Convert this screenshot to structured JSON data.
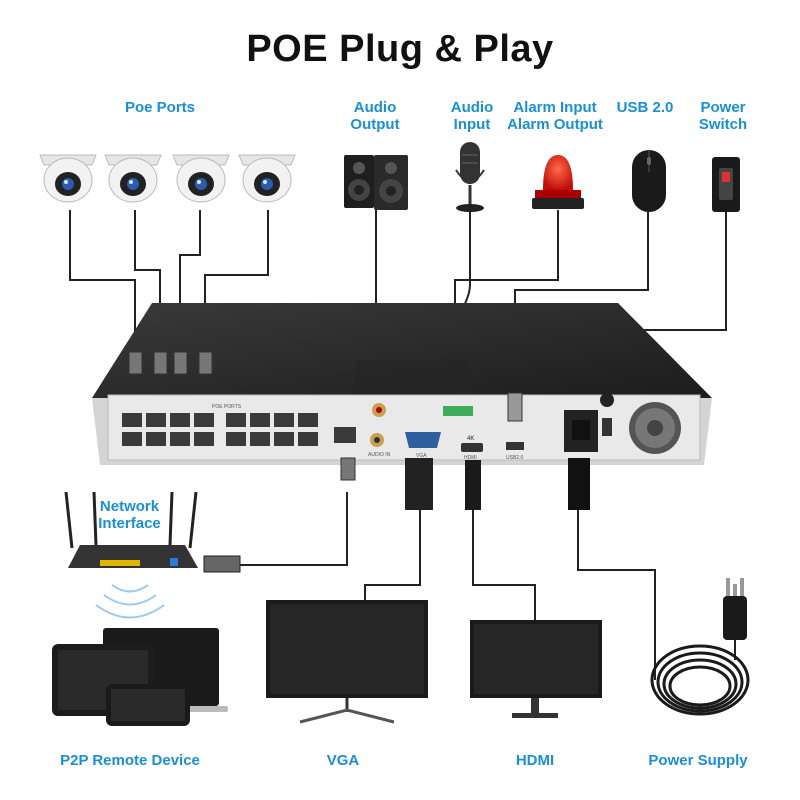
{
  "title": "POE Plug & Play",
  "labels": {
    "poe_ports": "Poe Ports",
    "audio_output": "Audio\nOutput",
    "audio_input": "Audio\nInput",
    "alarm": "Alarm Input\nAlarm Output",
    "usb": "USB 2.0",
    "power_switch": "Power\nSwitch",
    "network_interface": "Network\nInterface",
    "p2p": "P2P Remote Device",
    "vga": "VGA",
    "hdmi": "HDMI",
    "power_supply": "Power Supply"
  },
  "panel_text": {
    "poe_ports": "POE PORTS",
    "audio_in": "AUDIO IN",
    "vga": "VGA",
    "hdmi": "HDMI",
    "k4": "4K",
    "usb": "USB2.0"
  },
  "colors": {
    "accent": "#1a8fd6",
    "device_body": "#2b2b2b",
    "panel": "#e9e9e9"
  }
}
